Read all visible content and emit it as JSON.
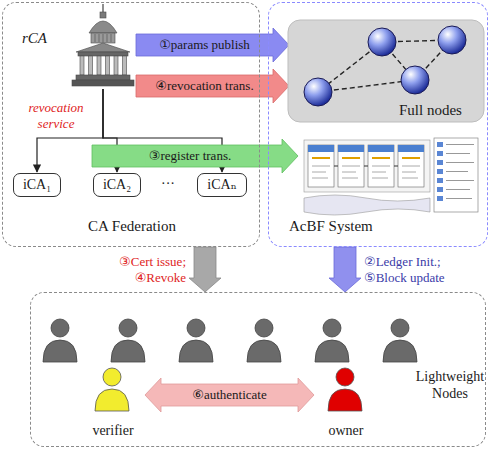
{
  "diagram": {
    "nodes": [
      {
        "text": [
          "CA Federation"
        ]
      },
      {
        "text": [
          "rCA"
        ],
        "in": 0
      },
      {
        "text": [
          "iCA₁"
        ],
        "in": 0
      },
      {
        "text": [
          "iCA₂"
        ],
        "in": 0
      },
      {
        "text": [
          "iCAₙ"
        ],
        "in": 0
      },
      {
        "text": [
          "AcBF System"
        ]
      },
      {
        "text": [
          "Full nodes"
        ],
        "in": 5
      },
      {
        "text": [
          "Lightweight Nodes"
        ]
      },
      {
        "text": [
          "verifier"
        ],
        "in": 7
      },
      {
        "text": [
          "owner"
        ],
        "in": 7
      }
    ],
    "edges": [
      {
        "from": 1,
        "to": 6,
        "arrow": "to",
        "label": "①params publish"
      },
      {
        "from": 1,
        "to": 6,
        "arrow": "to",
        "label": "④revocation trans."
      },
      {
        "from": 1,
        "to": 2,
        "arrow": "to"
      },
      {
        "from": 1,
        "to": 3,
        "arrow": "to"
      },
      {
        "from": 1,
        "to": 4,
        "arrow": "to"
      },
      {
        "from": 0,
        "to": 7,
        "arrow": "to",
        "label": "③Cert issue; ④Revoke"
      },
      {
        "from": 5,
        "to": 7,
        "arrow": "to",
        "label": "②Ledger Init.; ⑤Block update"
      },
      {
        "from": 8,
        "to": 9,
        "arrow": "both",
        "label": "⑥authenticate"
      }
    ],
    "labels": [
      "revocation service",
      "···",
      "③register trans."
    ]
  }
}
